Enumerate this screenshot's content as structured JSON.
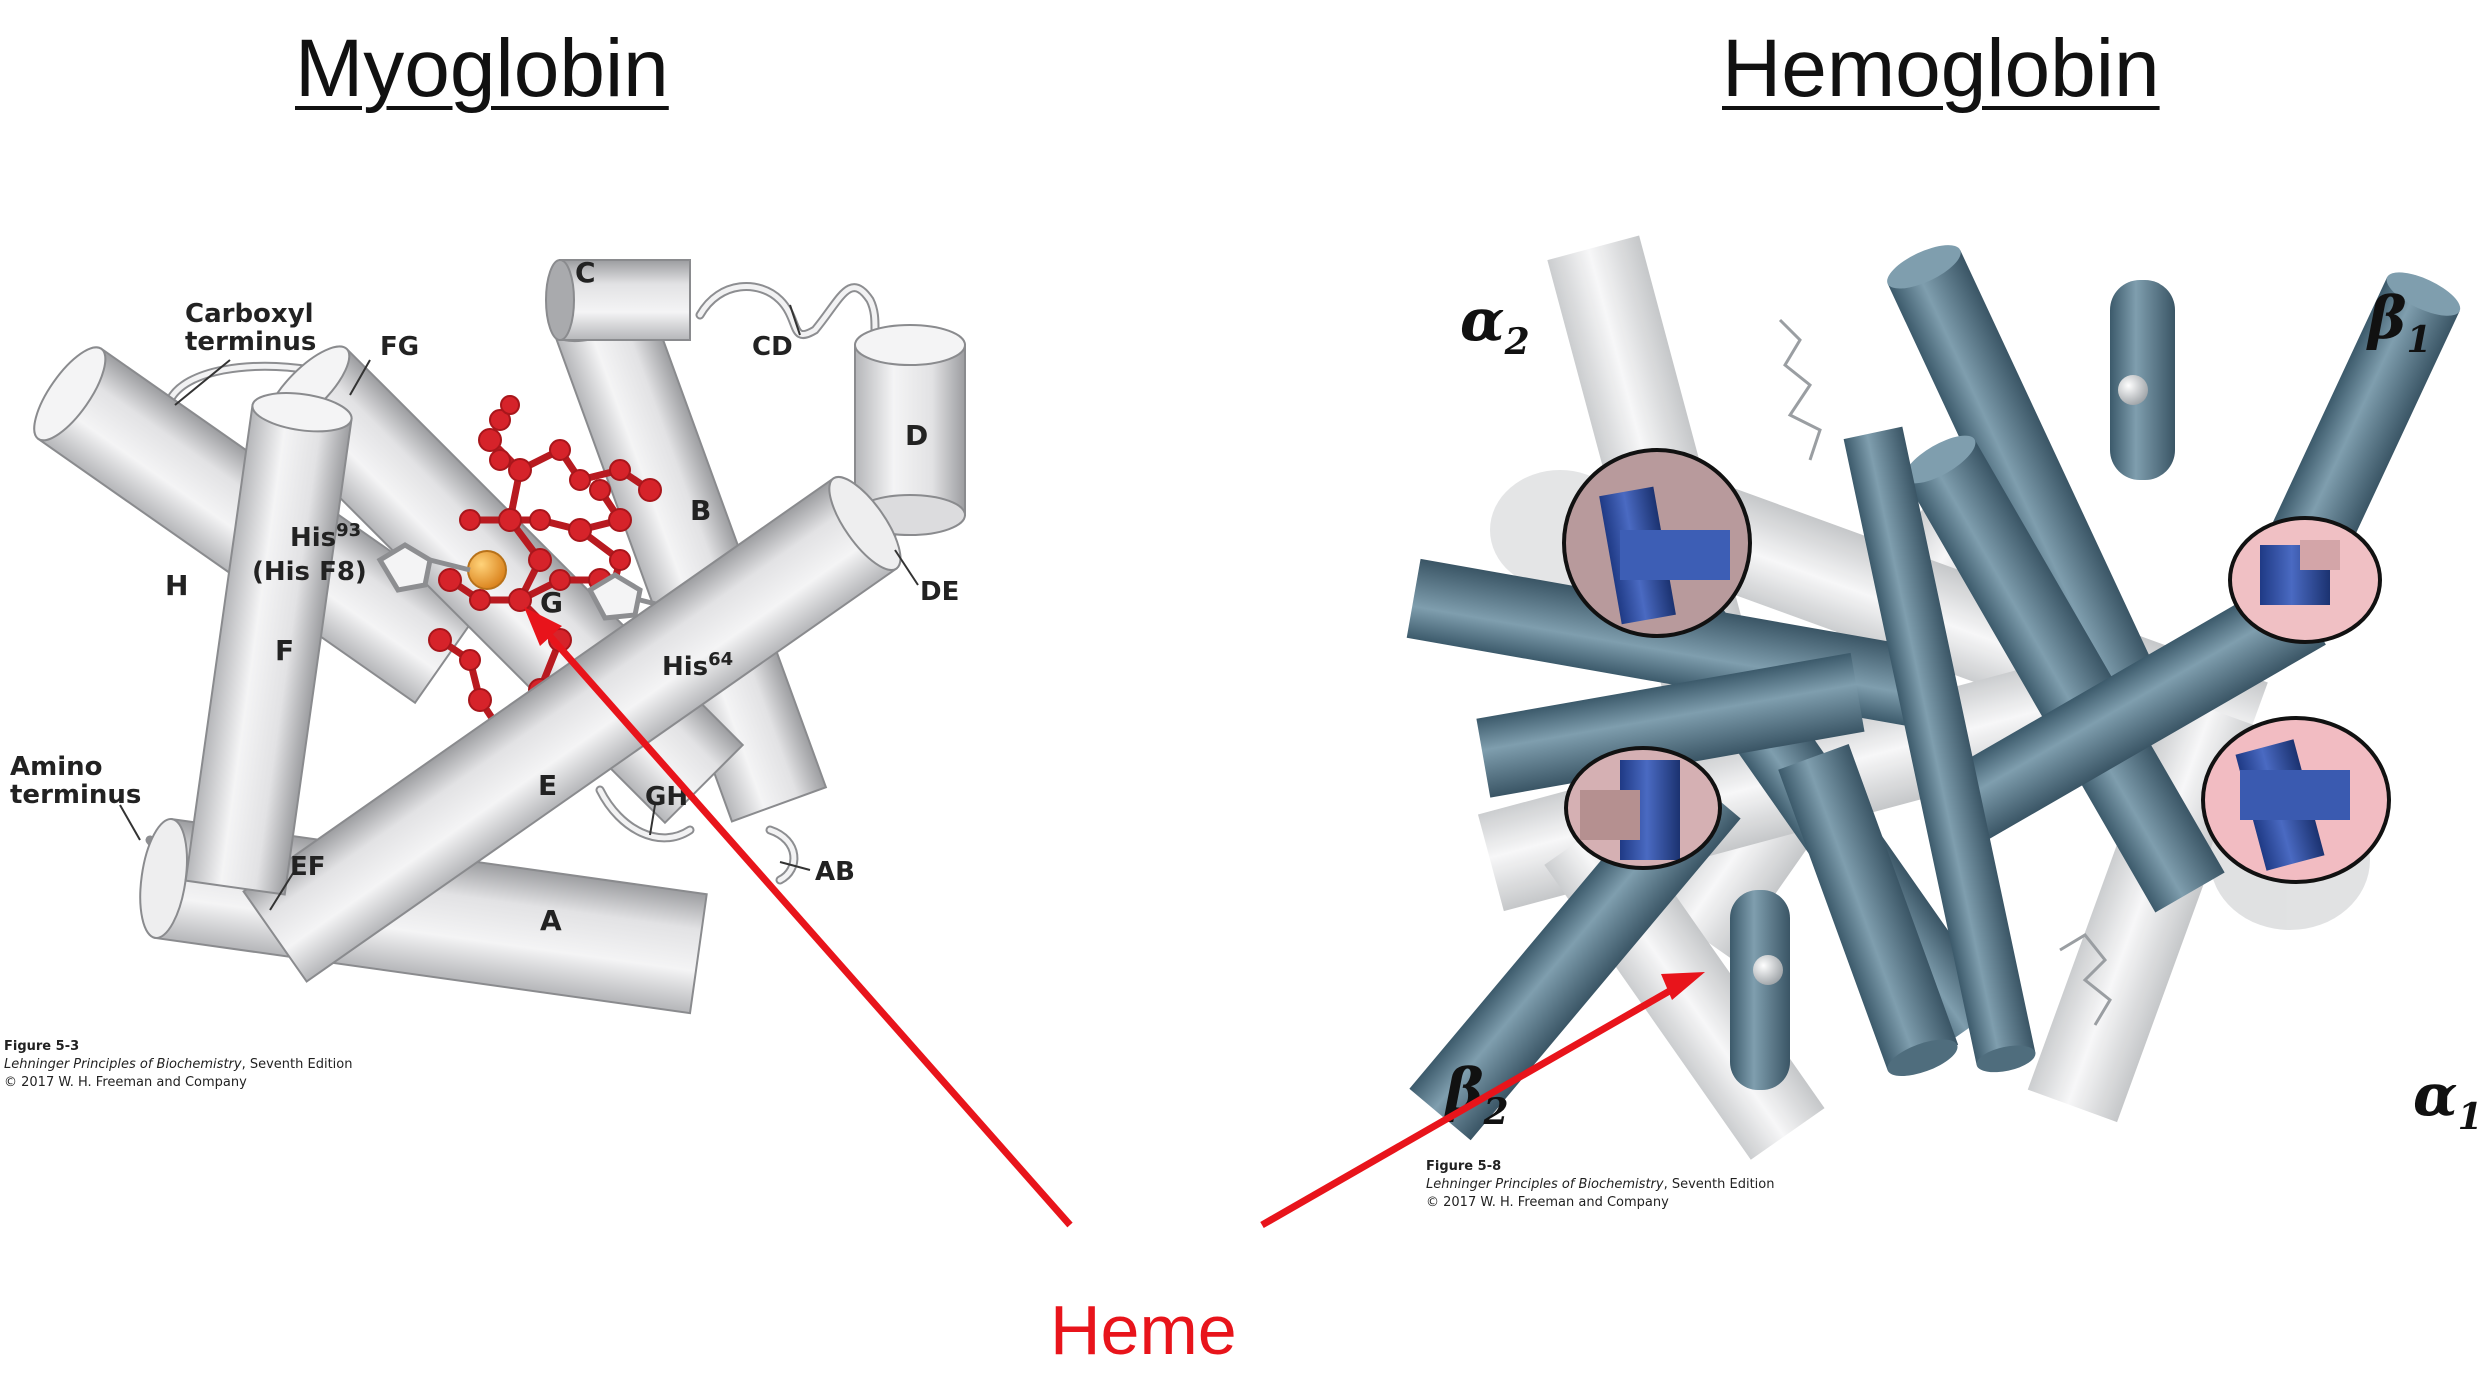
{
  "titles": {
    "left": "Myoglobin",
    "right": "Hemoglobin"
  },
  "myoglobin": {
    "helix_labels": [
      "A",
      "B",
      "C",
      "D",
      "E",
      "F",
      "G",
      "H"
    ],
    "loop_labels": [
      "AB",
      "CD",
      "DE",
      "EF",
      "FG",
      "GH"
    ],
    "carboxyl_line1": "Carboxyl",
    "carboxyl_line2": "terminus",
    "amino_line1": "Amino",
    "amino_line2": "terminus",
    "his93": "His",
    "his93_sup": "93",
    "his93_alt": "(His F8)",
    "his64": "His",
    "his64_sup": "64",
    "credit": {
      "figure": "Figure 5-3",
      "book": "Lehninger Principles of Biochemistry",
      "edition": ", Seventh Edition",
      "copyright": "© 2017 W. H. Freeman and Company"
    }
  },
  "hemoglobin": {
    "subunits": {
      "a2": "α",
      "a2_sub": "2",
      "b1": "β",
      "b1_sub": "1",
      "b2": "β",
      "b2_sub": "2",
      "a1": "α",
      "a1_sub": "1"
    },
    "credit": {
      "figure": "Figure 5-8",
      "book": "Lehninger Principles of Biochemistry",
      "edition": ", Seventh Edition",
      "copyright": "© 2017 W. H. Freeman and Company"
    }
  },
  "annotation": {
    "label": "Heme",
    "color": "#e8141b"
  },
  "colors": {
    "helix_white": "#e9e9ea",
    "helix_shade": "#a9aaad",
    "heme_red": "#d6232a",
    "iron": "#f0a020",
    "hb_teal": "#5d8092",
    "hb_pink": "#f4c0c4",
    "hb_blue": "#2f4fa0"
  }
}
